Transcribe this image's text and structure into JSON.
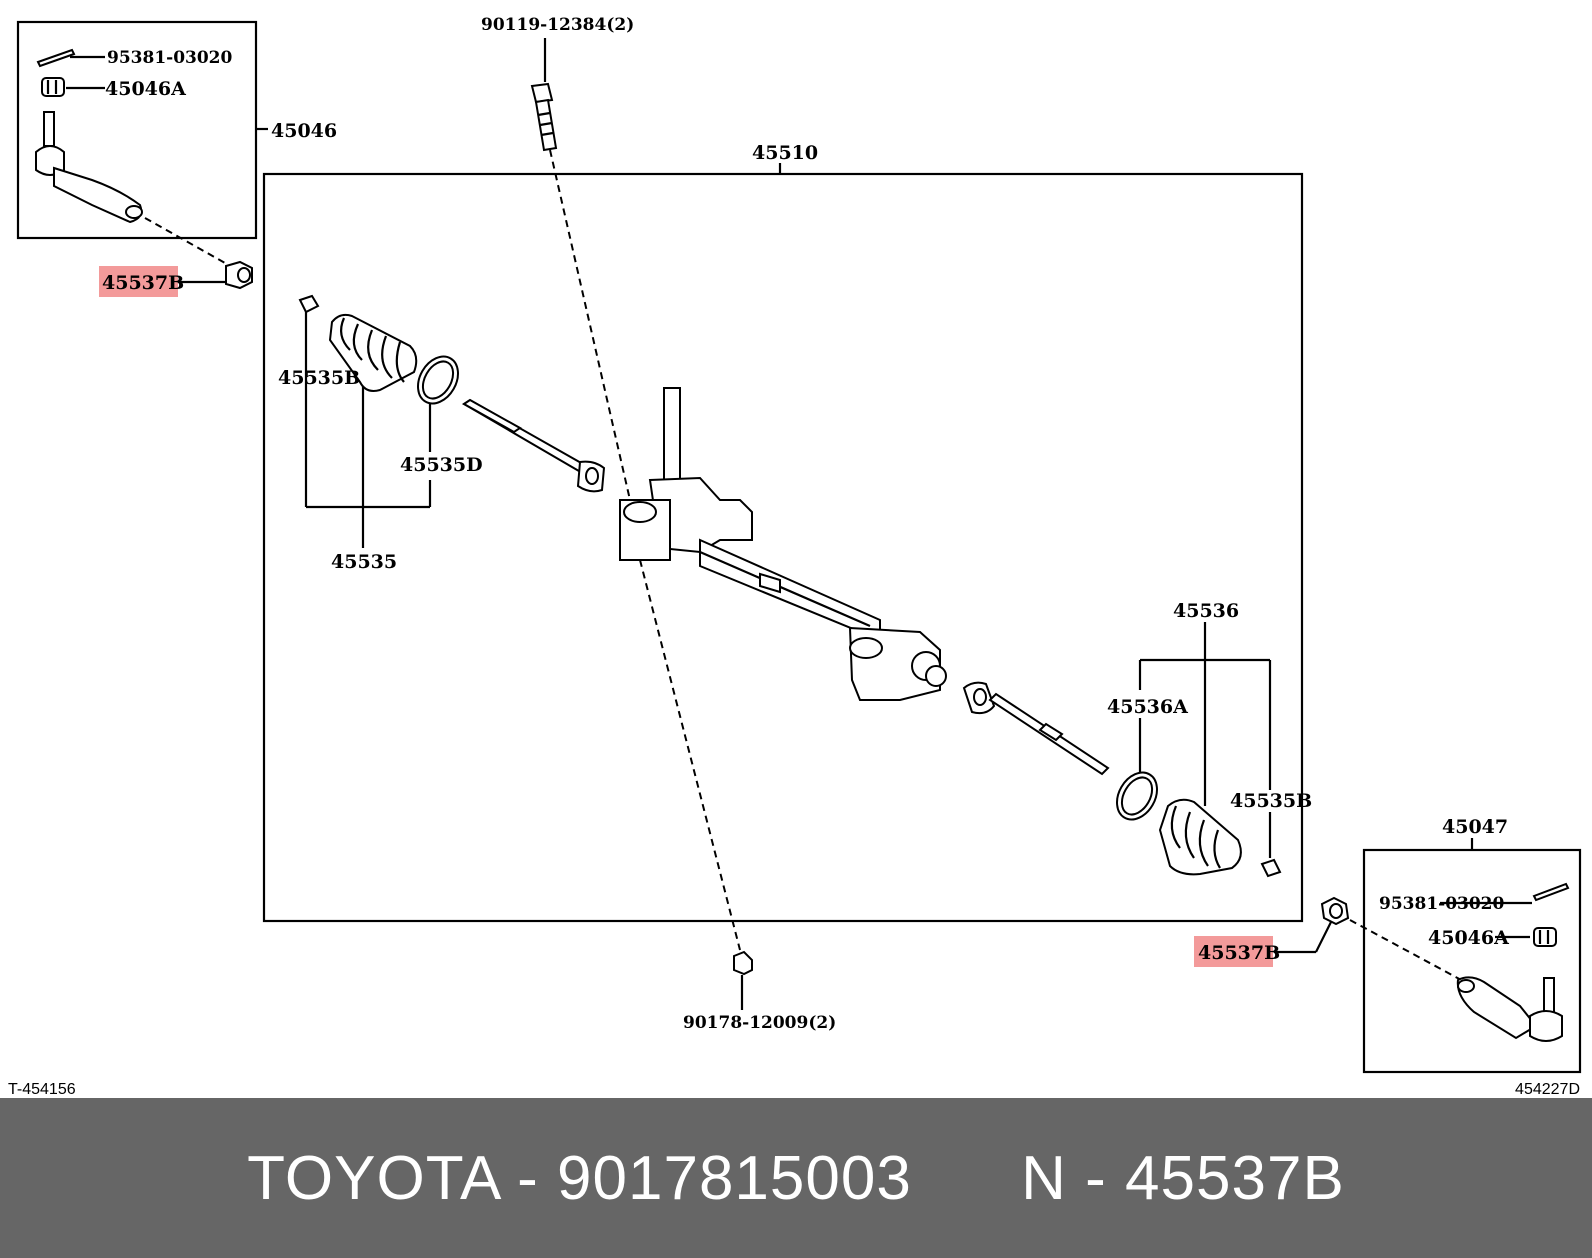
{
  "labels": {
    "l95381_top": "95381-03020",
    "l45046A_top": "45046A",
    "l45046": "45046",
    "l90119": "90119-12384(2)",
    "l45510": "45510",
    "l45537B_left": "45537B",
    "l45535B_left": "45535B",
    "l45535D": "45535D",
    "l45535": "45535",
    "l45536": "45536",
    "l45536A": "45536A",
    "l45535B_right": "45535B",
    "l45047": "45047",
    "l95381_bottom": "95381-03020",
    "l45046A_bottom": "45046A",
    "l45537B_right": "45537B",
    "l90178": "90178-12009(2)"
  },
  "ref_codes": {
    "left": "T-454156",
    "right": "454227D"
  },
  "colors": {
    "highlight": "#f39a9a",
    "footer_bg": "#666666",
    "footer_text": "#ffffff"
  },
  "footer": {
    "text": "TOYOTA - 9017815003      N - 45537B"
  }
}
